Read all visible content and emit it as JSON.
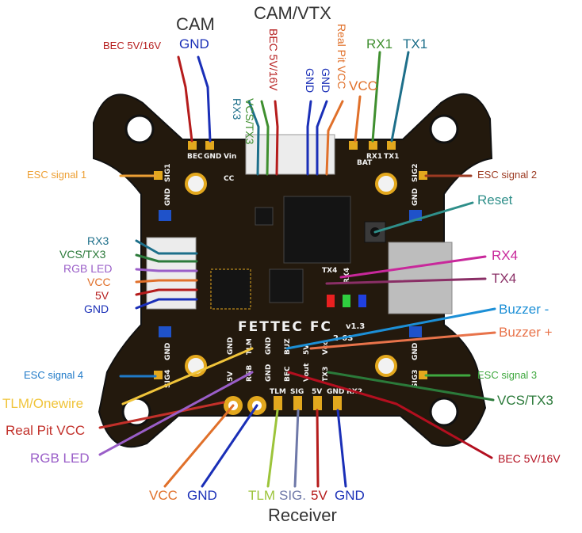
{
  "headings": {
    "cam": "CAM",
    "cam_vtx": "CAM/VTX",
    "receiver": "Receiver"
  },
  "board": {
    "logo": "FETTEC FC",
    "version": "v1.3",
    "cells": "2-6S",
    "silk": {
      "bec": "BEC",
      "gnd": "GND",
      "vin": "Vin",
      "cc": "CC",
      "bat": "BAT",
      "rx1": "RX1",
      "tx1": "TX1",
      "sig1": "SIG1",
      "sig2": "SIG2",
      "sig3": "SIG3",
      "sig4": "SIG4",
      "g1": "GND",
      "g2": "GND",
      "g3": "GND",
      "g4": "GND",
      "tx4": "TX4",
      "rx4": "RX4",
      "tx3": "TX3",
      "rx2": "RX2",
      "tlm": "TLM",
      "sig": "SIG",
      "v5a": "5V",
      "v5b": "5V",
      "gndr": "GND",
      "rgb": "RGB",
      "gndb": "GND",
      "bec2": "BEC",
      "vout": "Vout",
      "vcc": "Vcc",
      "buz": "BUZ",
      "tlmw": "TLM",
      "gndw": "GND"
    }
  },
  "labels": {
    "cam_bec": "BEC 5V/16V",
    "cam_gnd": "GND",
    "v_rx3": "RX3",
    "v_vcs": "VCS/TX3",
    "v_bec": "BEC 5V/16V",
    "v_gnd1": "GND",
    "v_gnd2": "GND",
    "v_real": "Real Pit VCC",
    "vcc_top": "VCC",
    "rx1": "RX1",
    "tx1": "TX1",
    "esc1": "ESC signal 1",
    "esc2": "ESC signal 2",
    "reset": "Reset",
    "l_rx3": "RX3",
    "l_vcs": "VCS/TX3",
    "l_rgb": "RGB LED",
    "l_vcc": "VCC",
    "l_5v": "5V",
    "l_gnd": "GND",
    "rx4": "RX4",
    "tx4": "TX4",
    "buz_minus": "Buzzer -",
    "buz_plus": "Buzzer +",
    "esc4": "ESC signal 4",
    "esc3": "ESC signal 3",
    "tlm_onewire": "TLM/Onewire",
    "real_pit": "Real Pit VCC",
    "rgb_led": "RGB LED",
    "vcs_tx3": "VCS/TX3",
    "bec_r": "BEC 5V/16V",
    "b_vcc": "VCC",
    "b_gnd": "GND",
    "b_tlm": "TLM",
    "b_sig": "SIG.",
    "b_5v": "5V",
    "b_gnd2": "GND"
  },
  "colors": {
    "red": "#b51c1c",
    "blue": "#1a2fb7",
    "teal": "#1d6f8a",
    "green": "#3f8f2f",
    "dgreen": "#2b7a3a",
    "orange": "#e0702a",
    "lorange": "#eda035",
    "brown": "#9c3a22",
    "rteal": "#2f8f8a",
    "magenta": "#c8289b",
    "plum": "#8a2f66",
    "sky": "#1c8fd6",
    "salmon": "#e8734a",
    "lblue": "#1f7ac8",
    "lgreen": "#3fa83f",
    "yellow": "#f0c43a",
    "crimson": "#c2302a",
    "purple": "#9a5ec8",
    "dred": "#b30f1f",
    "lime": "#9cc43a",
    "slate": "#6e78a8",
    "gray": "#333333",
    "board": "#23190d",
    "pad": "#e3a81e",
    "chip": "#141414"
  }
}
